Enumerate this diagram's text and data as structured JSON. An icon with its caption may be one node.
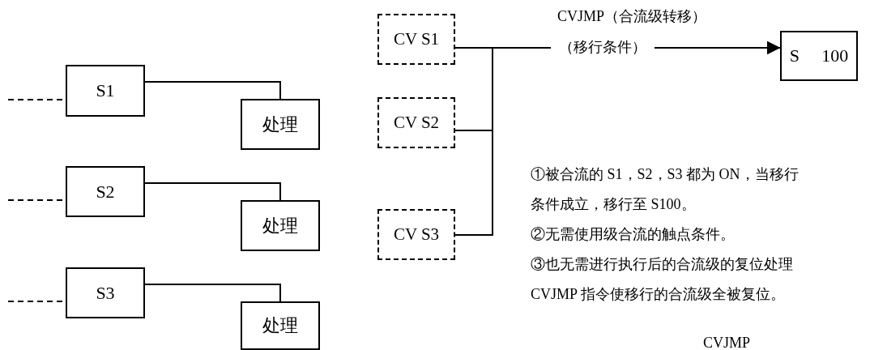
{
  "diagram": {
    "nodes": [
      {
        "text": [
          "S1"
        ]
      },
      {
        "text": [
          "处理"
        ]
      },
      {
        "text": [
          "S2"
        ]
      },
      {
        "text": [
          "处理"
        ]
      },
      {
        "text": [
          "S3"
        ]
      },
      {
        "text": [
          "处理"
        ]
      },
      {
        "text": [
          "CV S1"
        ]
      },
      {
        "text": [
          "CV S2"
        ]
      },
      {
        "text": [
          "CV S3"
        ]
      },
      {
        "text": [
          "S 100"
        ]
      }
    ],
    "edges": [
      {
        "from": null,
        "to": 0,
        "arrow": "none",
        "style": "dashed"
      },
      {
        "from": 0,
        "to": 1,
        "arrow": "none"
      },
      {
        "from": null,
        "to": 2,
        "arrow": "none",
        "style": "dashed"
      },
      {
        "from": 2,
        "to": 3,
        "arrow": "none"
      },
      {
        "from": null,
        "to": 4,
        "arrow": "none",
        "style": "dashed"
      },
      {
        "from": 4,
        "to": 5,
        "arrow": "none"
      },
      {
        "from": 6,
        "to": 9,
        "arrow": "to",
        "label": "（移行条件）"
      },
      {
        "from": 7,
        "to": 9,
        "arrow": "to"
      },
      {
        "from": 8,
        "to": 9,
        "arrow": "to"
      }
    ],
    "labels": [
      "CVJMP（合流级转移）",
      "①被合流的 S1，S2，S3 都为 ON，当移行条件成立，移行至 S100。",
      "②无需使用级合流的触点条件。",
      "③也无需进行执行后的合流级的复位处理 CVJMP 指令使移行的合流级全被复位。",
      "CVJMP"
    ]
  }
}
